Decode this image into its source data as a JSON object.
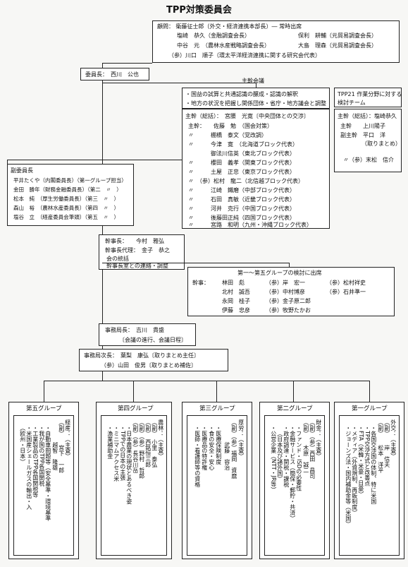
{
  "title": "TPP対策委員会",
  "advisors": {
    "line1": "顧問：  衛藤征士郎（外交・経済連携本部長）―  常時出席",
    "line2a": "塩崎　恭久（金融調査会長）",
    "line2b": "保利　耕輔（元貿易調査会長）",
    "line3a": "中谷　元　（農林水産戦略調査会長）",
    "line3b": "大島　理森（元貿易調査会長）",
    "line4": "（参）川口　順子（環太平洋経済連携に関する研究会代表）"
  },
  "chair": "委員長：　西川　公也",
  "main_council": {
    "title": "主幹会議",
    "desc1": "・国益の試算と共通認識の醸成・認識の解釈",
    "desc2": "・地方の状況を把握し関係団体・省庁・地方議会と調整",
    "lead": "主幹（総括）：　宮腰　光寛〔中央団体との交渉〕",
    "members": [
      "主幹：　　佐藤　勉　（国会対策）",
      "〃　　　棚橋　泰文（党改調）",
      "〃　　　今津　寛　（北海道ブロック代表）",
      "　　　　御法川信英（東北ブロック代表）",
      "〃　　　櫻田　義孝（関東ブロック代表）",
      "〃　　　土屋　正忠（東京ブロック代表）",
      "〃　（参）松村　龍二（北信越ブロック代表）",
      "〃　　　江崎　鐵磨（中部ブロック代表）",
      "〃　　　石田　真敏（近畿ブロック代表）",
      "〃　　　河井　克行（中国ブロック代表）",
      "〃　　　後藤田正純（四国ブロック代表）",
      "〃　　　宮路　和明（九州・沖縄ブロック代表）"
    ]
  },
  "tpp21": {
    "title1": "TPP21 作業分野に対する",
    "title2": "検討チーム",
    "lines": [
      "主幹（総括）：塩崎恭久",
      "主幹　　上川陽子",
      "副主幹　平口　洋",
      "（取りまとめ）",
      "〃（参）末松　信介"
    ]
  },
  "vice_chairs": {
    "title": "副委員長",
    "lines": [
      "平井たくや（内閣委員長）（第一グループ担当）",
      "金田　勝年（財務金融委員長）（第二　〃　）",
      "松本　純　（厚生労働委員長）（第三　〃　）",
      "森山　裕　（農林水産委員長）（第四　〃　）",
      "塩谷　立　（経産委員会筆頭）（第五　〃　）"
    ]
  },
  "secretary": {
    "line1": "幹事長：　　今村　雅弘",
    "line2": "幹事長代理：　金子　恭之",
    "note1": "会の統括",
    "note2": "幹事長室との連絡・調整"
  },
  "group_liaison": {
    "title": "第一〜第五グループの検討に出席",
    "label": "幹事：",
    "rows": [
      [
        "林田　彪",
        "（参）岸　宏一",
        "（参）松村祥史"
      ],
      [
        "北村　誠吾",
        "（参）中村博彦",
        "（参）石井準一"
      ],
      [
        "永岡　桂子",
        "（参）金子原二郎",
        ""
      ],
      [
        "伊藤　忠彦",
        "（参）牧野たかお",
        ""
      ]
    ]
  },
  "office_head": {
    "line1": "事務局長：　吉川　貴盛",
    "line2": "〔会議の進行、会議日程〕"
  },
  "office_deputy": {
    "line1": "事務局次長：　葉梨　康弘〔取りまとめ主任〕",
    "line2": "（参）山田　俊男〔取りまとめ補佐〕"
  },
  "groups": [
    {
      "title": "第五グループ",
      "cols": [
        "経産：（主査）",
        "（副）　　宮下　一郎",
        "　　　　越智　隆雄",
        "・自動車問題等（安全基準・環境基準",
        "・我が国のTPP各国関税",
        "・工業製品のTPP各国関税等",
        "・米国産シェールガスの輸出・入",
        "（欧州・日本）"
      ]
    },
    {
      "title": "第四グループ",
      "cols": [
        "農林：（主査）",
        "（副）　小里　泰弘",
        "（副）　西銘恒三郎",
        "（副）（参）野村　哲郎",
        "（副）（参）長谷川岳",
        "・日本農業の現状とあるべき姿",
        "・TPPでの日本の主張",
        "・ミニマムアクセス米",
        "・漁業補助金"
      ]
    },
    {
      "title": "第三グループ",
      "cols": [
        "厚労：（主査）",
        "（副）（参）福岡　資麿",
        "　　　　武藤　容治",
        "・医療保険制度",
        "・食の安全・安心",
        "・医療品の特許権",
        "・医師・看護師等の資格"
      ]
    },
    {
      "title": "第二グループ",
      "cols": [
        "財金：（主査）",
        "（副）（参）西田　昌司",
        "（副）　　木原　誠二",
        "・ファンド・ISDの必要性",
        "・金融サービス（簡保・郵貯・共済）",
        "・政府調達・関税・課税",
        "（日本及び諸外国）",
        "・公営企業（NTT・JR等）"
      ]
    },
    {
      "title": "第一グループ",
      "cols": [
        "外交：（主査）",
        "（副）　　岸　信夫",
        "（副）　　松本　洋平",
        "・各国交渉国の体制、特に米国",
        "・TPP交渉方式と改善点",
        "・FTA（米韓・米豪・日豪）",
        "・メディア（外資規制、再販制度）",
        "・ジョーンズ法・国内補助金等（米国）"
      ]
    }
  ]
}
